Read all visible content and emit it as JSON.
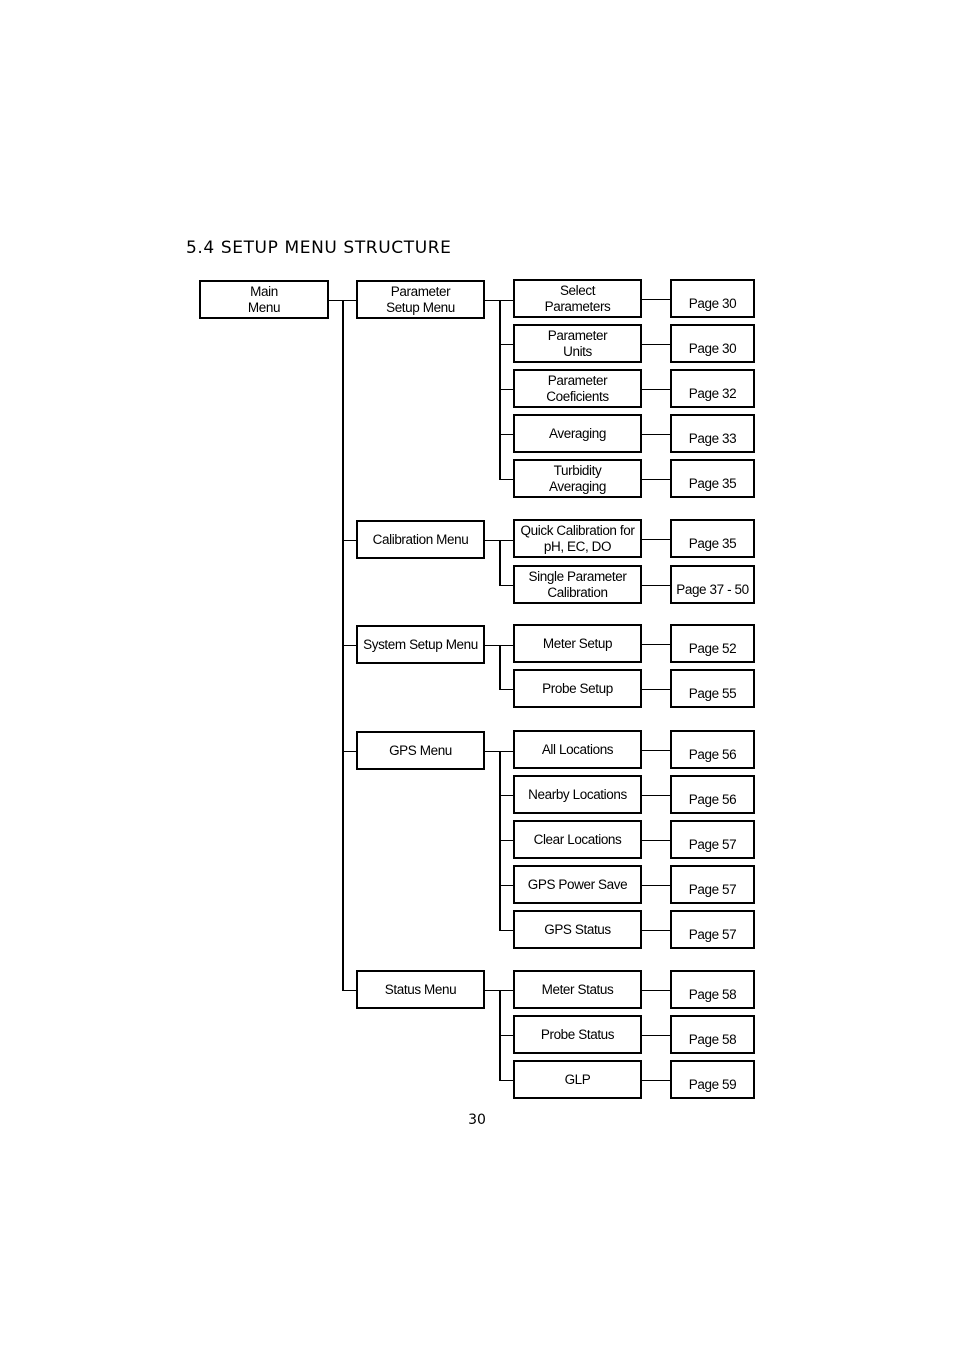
{
  "heading": "5.4 SETUP MENU STRUCTURE",
  "main_menu": "Main\nMenu",
  "menus": [
    {
      "label": "Parameter\nSetup Menu",
      "items": [
        {
          "label": "Select\nParameters",
          "page": "Page 30"
        },
        {
          "label": "Parameter\nUnits",
          "page": "Page 30"
        },
        {
          "label": "Parameter\nCoeficients",
          "page": "Page 32"
        },
        {
          "label": "Averaging",
          "page": "Page 33"
        },
        {
          "label": "Turbidity\nAveraging",
          "page": "Page 35"
        }
      ]
    },
    {
      "label": "Calibration Menu",
      "items": [
        {
          "label": "Quick Calibration for\npH, EC, DO",
          "page": "Page 35"
        },
        {
          "label": "Single Parameter\nCalibration",
          "page": "Page 37 - 50"
        }
      ]
    },
    {
      "label": "System Setup Menu",
      "items": [
        {
          "label": "Meter Setup",
          "page": "Page 52"
        },
        {
          "label": "Probe Setup",
          "page": "Page 55"
        }
      ]
    },
    {
      "label": "GPS Menu",
      "items": [
        {
          "label": "All Locations",
          "page": "Page 56"
        },
        {
          "label": "Nearby Locations",
          "page": "Page 56"
        },
        {
          "label": "Clear Locations",
          "page": "Page 57"
        },
        {
          "label": "GPS Power Save",
          "page": "Page 57"
        },
        {
          "label": "GPS Status",
          "page": "Page 57"
        }
      ]
    },
    {
      "label": "Status Menu",
      "items": [
        {
          "label": "Meter Status",
          "page": "Page 58"
        },
        {
          "label": "Probe Status",
          "page": "Page 58"
        },
        {
          "label": "GLP",
          "page": "Page 59"
        }
      ]
    }
  ],
  "page_number": "30"
}
